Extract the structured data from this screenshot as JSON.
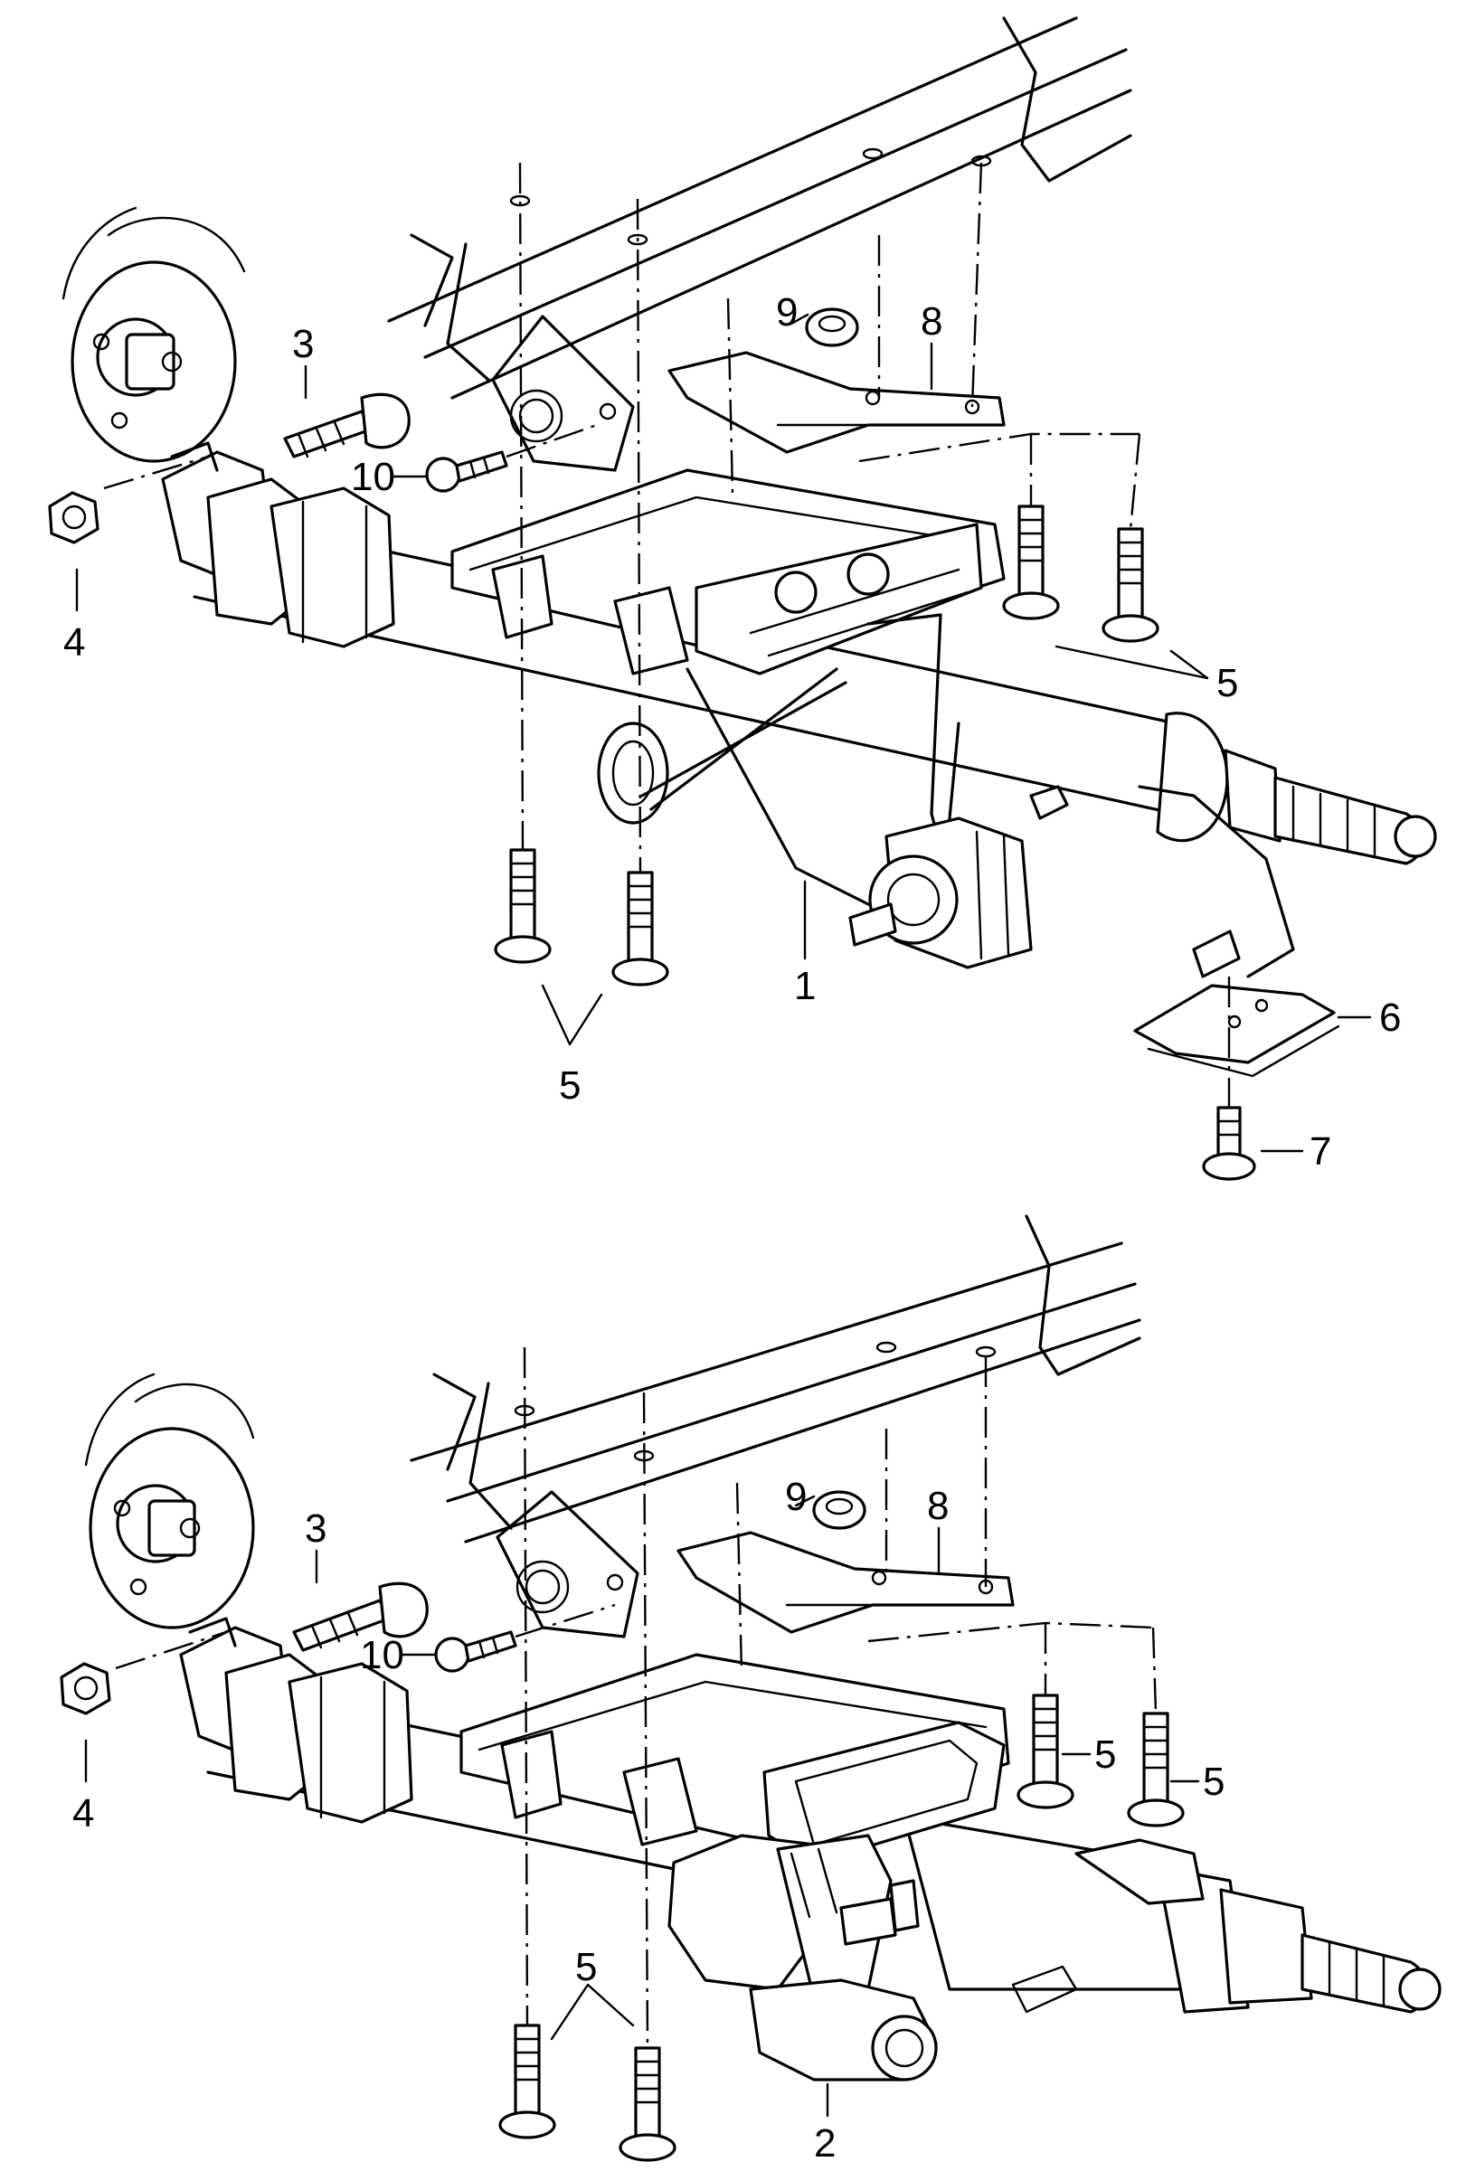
{
  "diagram": {
    "top_view": {
      "callouts": [
        "1",
        "3",
        "4",
        "5",
        "5",
        "6",
        "7",
        "8",
        "9",
        "10"
      ]
    },
    "bottom_view": {
      "callouts": [
        "2",
        "3",
        "4",
        "5",
        "5",
        "5",
        "8",
        "9",
        "10"
      ]
    }
  }
}
